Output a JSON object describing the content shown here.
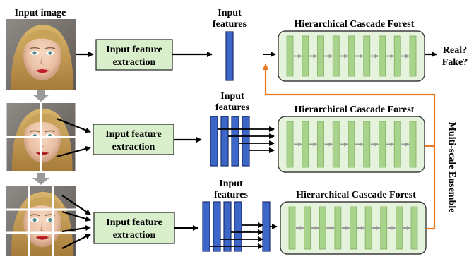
{
  "input_image_label": "Input image",
  "extraction_label": [
    "Input feature",
    "extraction"
  ],
  "features_label": [
    "Input",
    "features"
  ],
  "forest_title": "Hierarchical Cascade Forest",
  "output_label": [
    "Real?",
    "Fake?"
  ],
  "ensemble_label": "Multi-scale Ensemble",
  "ellipsis": "...",
  "colors": {
    "extraction_fill": "#d9efcb",
    "forest_fill": "#e6f3dc",
    "forest_stroke": "#3c3c3c",
    "bar_fill": "#a7d38b",
    "feature_fill": "#3c66c8",
    "feature_stroke": "#1c2f6b",
    "ensemble_arrow": "#e87a22",
    "down_arrow": "#9a9a9a"
  },
  "rows": [
    {
      "id": "scale-1",
      "image_grid": 1,
      "feature_bars": 1,
      "forest_layers": 9,
      "has_output": true
    },
    {
      "id": "scale-2",
      "image_grid": 2,
      "feature_bars": 4,
      "forest_layers": 9,
      "has_output": false
    },
    {
      "id": "scale-3",
      "image_grid": 3,
      "feature_bars": 4,
      "extra_feature_bar": true,
      "forest_layers": 9,
      "has_output": false
    }
  ]
}
